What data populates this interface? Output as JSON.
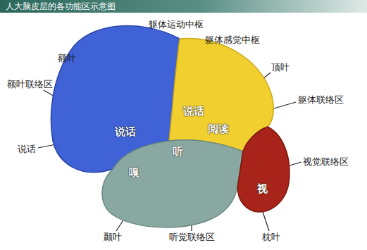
{
  "diagram": {
    "title": "人大脑皮层的各功能区示意图",
    "nodes": [
      {
        "text": [
          "说话"
        ]
      },
      {
        "text": [
          "说话",
          "阅读"
        ]
      },
      {
        "text": [
          "听",
          "嗅"
        ]
      },
      {
        "text": [
          "视"
        ]
      }
    ],
    "labels": [
      "额叶",
      "躯体运动中枢",
      "躯体感觉中枢",
      "顶叶",
      "额叶联络区",
      "躯体联络区",
      "说话",
      "视觉联络区",
      "颞叶",
      "听觉联络区",
      "枕叶"
    ]
  }
}
